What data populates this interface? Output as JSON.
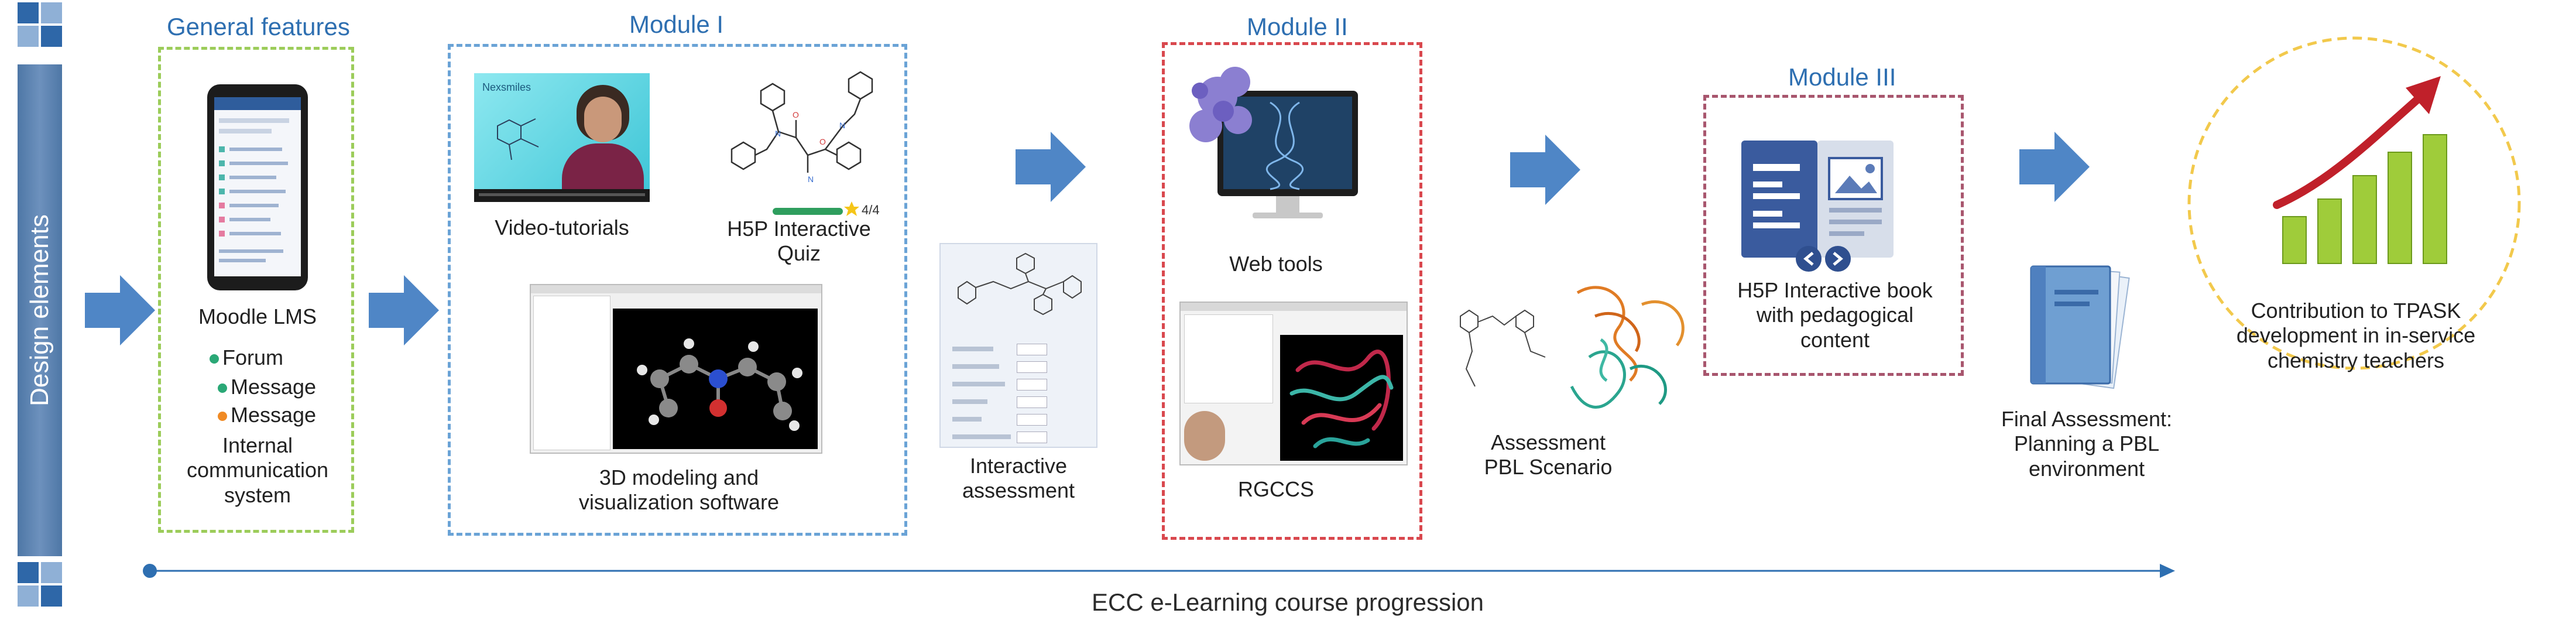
{
  "sidebar": {
    "label": "Design elements"
  },
  "general": {
    "title": "General features",
    "lms_label": "Moodle LMS",
    "items": [
      "Forum",
      "Message",
      "Message"
    ],
    "item_colors": [
      "#2aa876",
      "#2aa876",
      "#f08a24"
    ],
    "internal_label": "Internal communication system"
  },
  "module1": {
    "title": "Module I",
    "video_label": "Video-tutorials",
    "video_panel_text": "Nexsmiles",
    "quiz_label": "H5P Interactive Quiz",
    "quiz_score": "4/4",
    "modeling_label": "3D modeling and visualization software"
  },
  "interactive": {
    "label": "Interactive assessment"
  },
  "module2": {
    "title": "Module II",
    "webtools_label": "Web tools",
    "rgccs_label": "RGCCS"
  },
  "assessment": {
    "label": "Assessment PBL Scenario"
  },
  "module3": {
    "title": "Module III",
    "book_label": "H5P Interactive book with pedagogical content"
  },
  "final": {
    "label": "Final Assessment: Planning a PBL environment"
  },
  "contribution": {
    "label": "Contribution to TPASK development in in-service chemistry teachers"
  },
  "timeline": {
    "label": "ECC e-Learning course progression"
  },
  "colors": {
    "blue_title": "#2e6fb1",
    "green_box": "#9ccc5a",
    "blue_box": "#6aa3d6",
    "red_box": "#d9484e",
    "maroon_box": "#a8566e",
    "yellow_circle": "#f2c94c",
    "arrow_fill": "#4f86c6"
  }
}
